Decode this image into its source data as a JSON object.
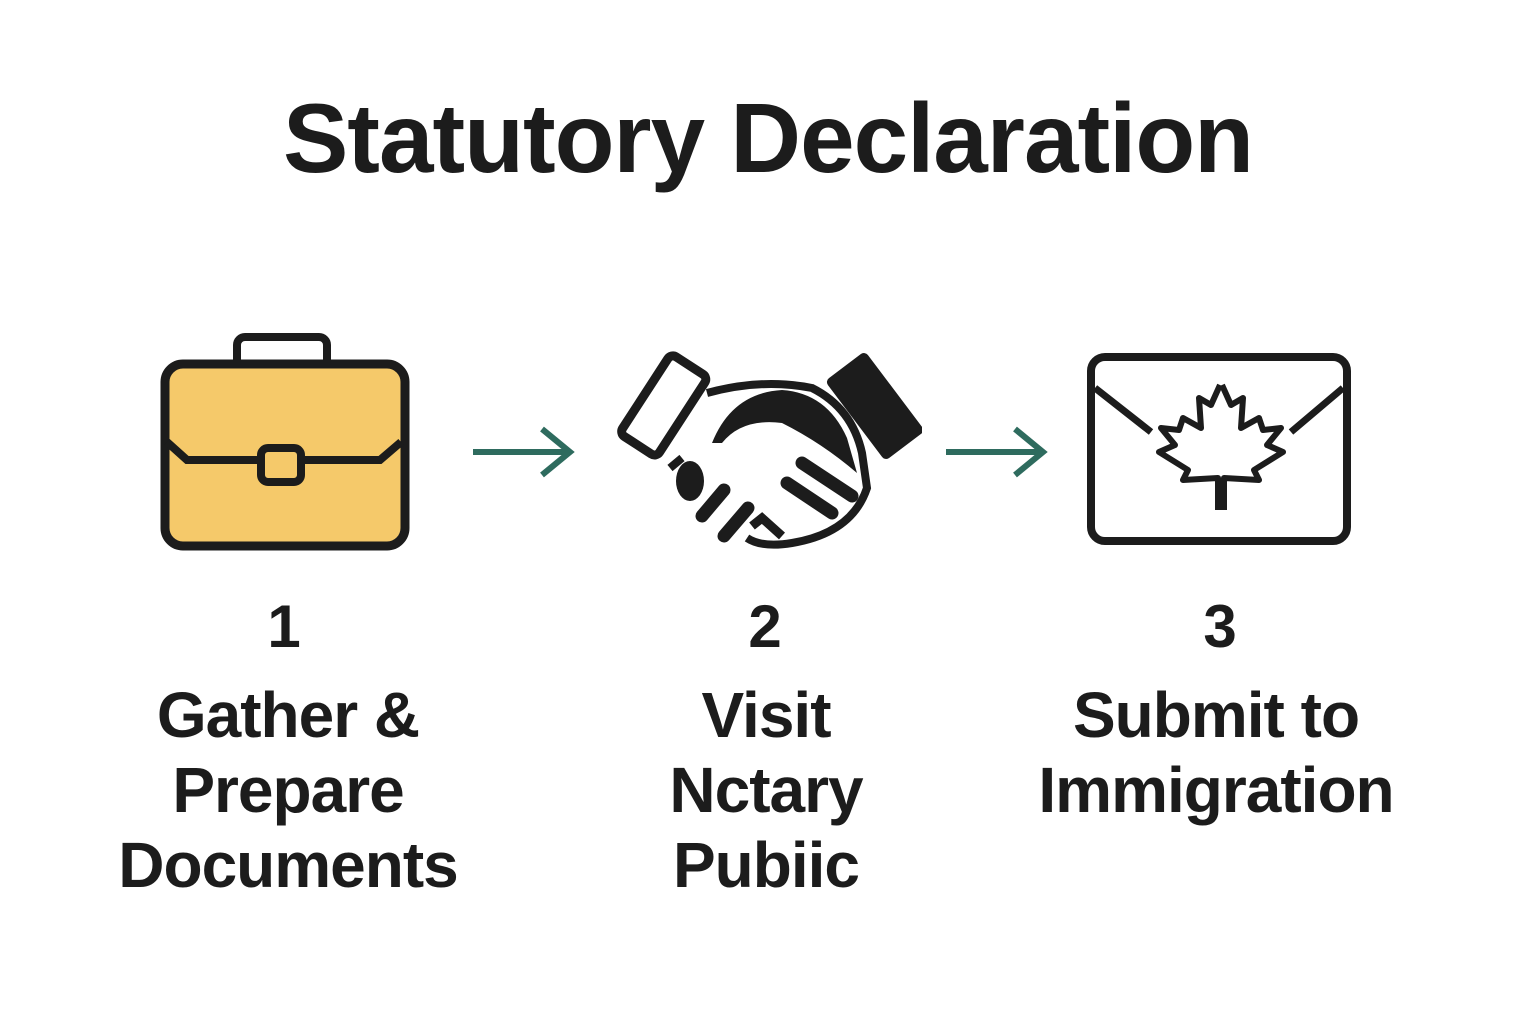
{
  "title": "Statutory Declaration",
  "colors": {
    "briefcase": "#f5c96a",
    "arrow": "#2e6b5e",
    "ink": "#1c1c1c"
  },
  "steps": [
    {
      "number": "1",
      "icon": "briefcase-icon",
      "label_lines": [
        "Gather &",
        "Prepare",
        "Documents"
      ]
    },
    {
      "number": "2",
      "icon": "handshake-icon",
      "label_lines": [
        "Visit",
        "Nctary",
        "Pubiic"
      ]
    },
    {
      "number": "3",
      "icon": "envelope-maple-leaf-icon",
      "label_lines": [
        "Submit to",
        "Immigration"
      ]
    }
  ]
}
